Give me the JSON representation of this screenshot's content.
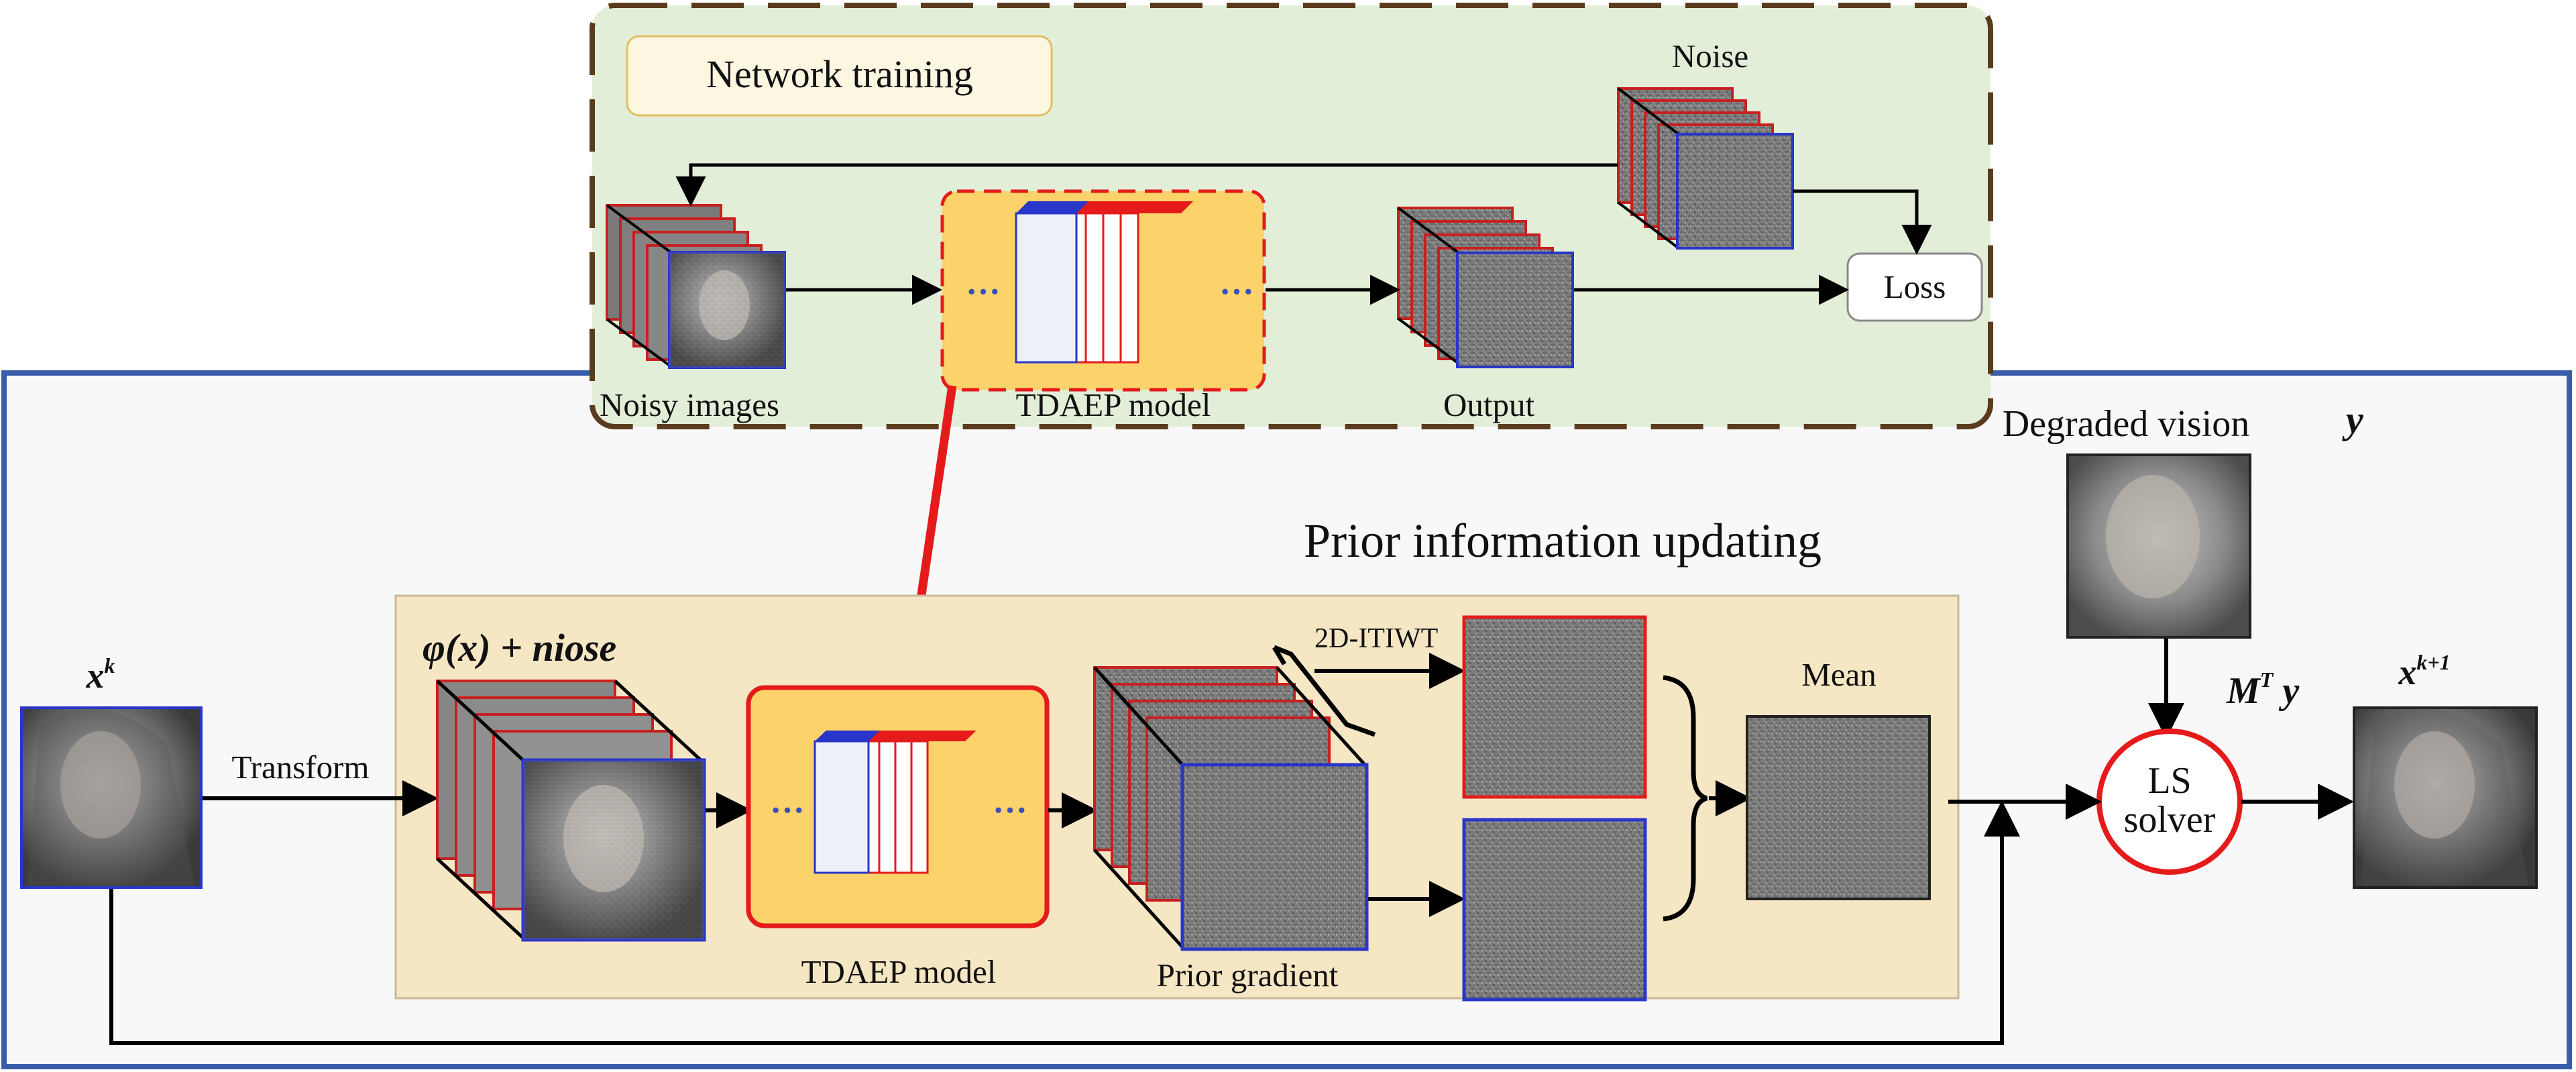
{
  "training": {
    "title": "Network training",
    "noise_label": "Noise",
    "noisy_images_label": "Noisy images",
    "model_label": "TDAEP model",
    "output_label": "Output",
    "loss_label": "Loss",
    "ellipsis": "···"
  },
  "main": {
    "prior_title": "Prior information updating",
    "xk_base": "x",
    "xk_sup": "k",
    "transform_label": "Transform",
    "phi_label": "φ(x) + niose",
    "model_label": "TDAEP model",
    "prior_gradient_label": "Prior gradient",
    "itiwt_label": "2D-ITIWT",
    "mean_label": "Mean",
    "degraded_label": "Degraded vision",
    "y_label": "y",
    "mty_base": "M",
    "mty_sup": "T",
    "mty_y": "y",
    "ls_line1": "LS",
    "ls_line2": "solver",
    "xk1_base": "x",
    "xk1_sup": "k+1",
    "ellipsis": "···"
  },
  "colors": {
    "training_bg": "#e3eed8",
    "training_border": "#5b3b1e",
    "main_border": "#3a5da8",
    "main_bg": "#f8f8f8",
    "prior_bg": "#f5e6c4",
    "model_fill": "#fcd26a",
    "red": "#e51b1b",
    "blue": "#2a35c9",
    "title_box_bg": "#fdf6e1",
    "title_box_border": "#e0c060"
  },
  "icons": {
    "arrow": "arrow-icon",
    "image": "image-tile-icon"
  }
}
